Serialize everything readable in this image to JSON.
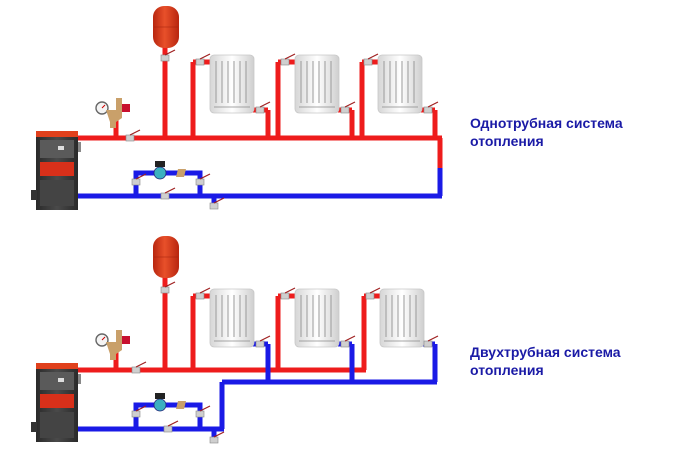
{
  "diagrams": [
    {
      "id": "single-pipe",
      "title_line1": "Однотрубная система",
      "title_line2": "отопления",
      "radiator_count": 3
    },
    {
      "id": "two-pipe",
      "title_line1": "Двухтрубная система",
      "title_line2": "отопления",
      "radiator_count": 3
    }
  ],
  "colors": {
    "supply_pipe": "#ee1c1c",
    "return_pipe": "#1a1ae6",
    "label_text": "#1a1aa6",
    "boiler_body": "#3a3a3a",
    "boiler_accent": "#d8301a",
    "expansion_tank": "#d83a1a",
    "radiator": "#eeeeee"
  }
}
